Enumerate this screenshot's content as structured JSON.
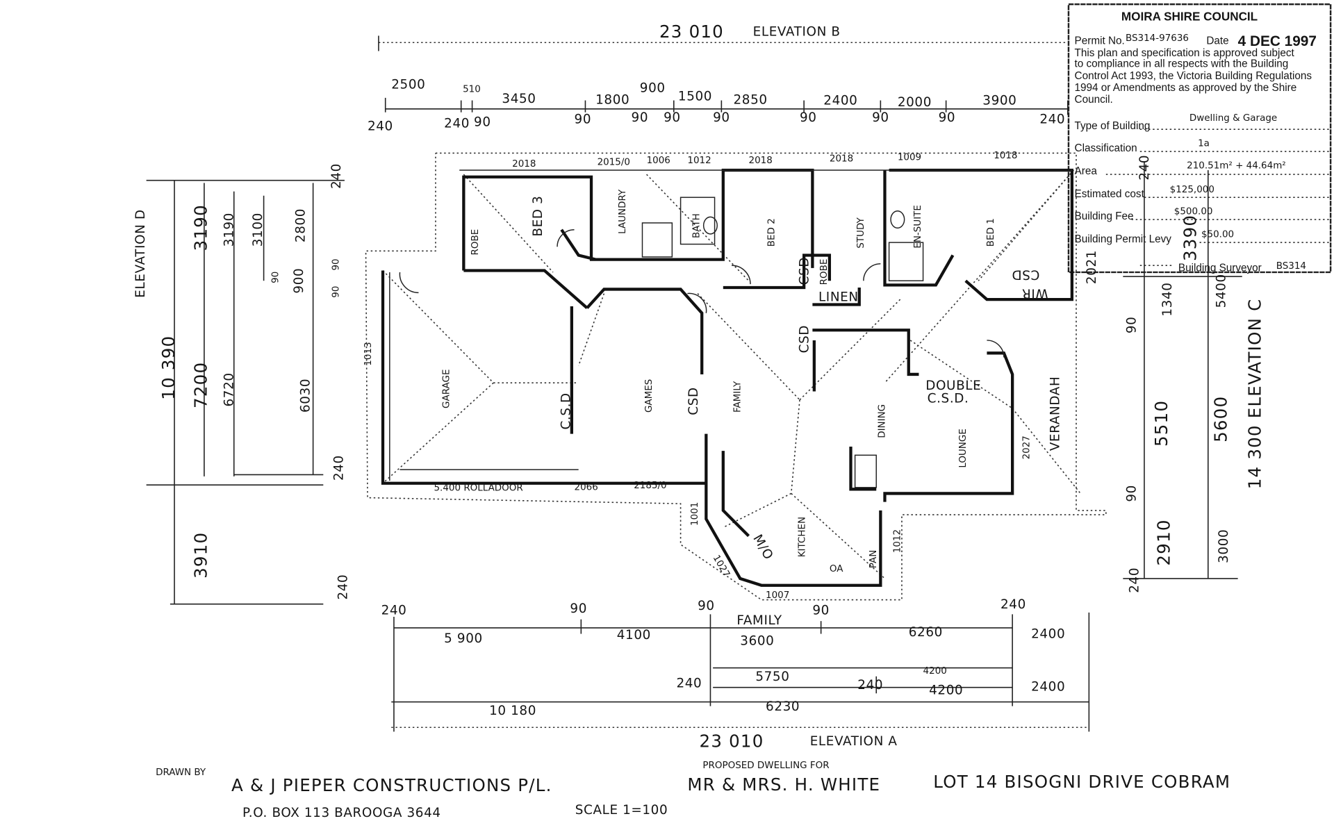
{
  "elevation_b": {
    "total": "23 010",
    "label": "ELEVATION B",
    "upper": [
      "2500",
      "510",
      "3450",
      "1800",
      "900",
      "1500",
      "2850",
      "2400",
      "2000",
      "3900"
    ],
    "lower": [
      "240",
      "240",
      "90",
      "90",
      "90",
      "90",
      "90",
      "90",
      "90",
      "90",
      "240"
    ]
  },
  "windows_top": [
    "2018",
    "2015/0",
    "1006",
    "1012",
    "2018",
    "2018",
    "1009",
    "1018"
  ],
  "rooms": {
    "bed3": "BED 3",
    "robe1": "ROBE",
    "laundry": "LAUNDRY",
    "bath": "BATH",
    "bed2": "BED 2",
    "study": "STUDY",
    "ensuite": "EN-SUITE",
    "bed1": "BED 1",
    "wir": "WIR",
    "csd_bed1": "CSD",
    "csd_bed2": "CSD",
    "robe2": "ROBE",
    "linen": "LINEN",
    "garage": "GARAGE",
    "csd_garage": "C.S.D",
    "games": "GAMES",
    "csd_games": "CSD",
    "family": "FAMILY",
    "csd_family": "CSD",
    "dining": "DINING",
    "double_csd": "DOUBLE",
    "double_csd2": "C.S.D.",
    "lounge": "LOUNGE",
    "verandah": "VERANDAH",
    "kitchen": "KITCHEN",
    "mo": "M/O",
    "pan": "PAN",
    "oa": "OA"
  },
  "window_marks": {
    "garage_side": "1013",
    "rolladoor": "5.400 ROLLADOOR",
    "w2066": "2066",
    "w2185": "2185/0",
    "k1001": "1001",
    "k1027": "1027",
    "k1007": "1007",
    "k1012": "1012",
    "lounge2027": "2027"
  },
  "elevation_d": {
    "label": "ELEVATION D",
    "values": [
      "3190",
      "10 390",
      "7200",
      "3910",
      "3190",
      "6720",
      "3100",
      "2800",
      "900",
      "6030",
      "90",
      "90",
      "90",
      "240",
      "240",
      "240"
    ]
  },
  "elevation_c": {
    "label": "14 300  ELEVATION C",
    "values": [
      "2021",
      "3390",
      "5400",
      "1340",
      "90",
      "5510",
      "5600",
      "90",
      "2910",
      "3000",
      "240",
      "240"
    ]
  },
  "elevation_a": {
    "total": "23 010",
    "label": "ELEVATION A",
    "values": [
      "240",
      "90",
      "90",
      "FAMILY",
      "90",
      "240",
      "5 900",
      "4100",
      "3600",
      "6260",
      "2400",
      "5750",
      "4200",
      "240",
      "240",
      "4200",
      "2400",
      "10 180",
      "6230"
    ]
  },
  "title_block": {
    "drawn_by": "DRAWN BY",
    "company": "A & J PIEPER CONSTRUCTIONS P/L.",
    "proposed": "PROPOSED DWELLING FOR",
    "client": "MR & MRS. H. WHITE",
    "lot": "LOT 14 BISOGNI DRIVE COBRAM",
    "address": "P.O. BOX 113 BAROOGA 3644",
    "scale": "SCALE 1=100"
  },
  "stamp": {
    "title": "MOIRA SHIRE COUNCIL",
    "permit_label": "Permit No.",
    "permit_no": "BS314-97636",
    "date_label": "Date",
    "date": "4 DEC 1997",
    "body": [
      "This plan and specification is approved subject",
      "to compliance in all respects with the Building",
      "Control Act 1993, the Victoria Building Regulations",
      "1994 or Amendments as approved by the Shire",
      "Council."
    ],
    "type_label": "Type of Building",
    "type_value": "Dwelling & Garage",
    "class_label": "Classification",
    "class_value": "1a",
    "area_label": "Area",
    "area_value": "210.51m² + 44.64m²",
    "cost_label": "Estimated cost",
    "cost_value": "$125,000",
    "fee_label": "Building Fee",
    "fee_value": "$500.00",
    "levy_label": "Building Permit Levy",
    "levy_value": "$50.00",
    "surveyor_label": "Building Surveyor",
    "surveyor_value": "BS314"
  }
}
